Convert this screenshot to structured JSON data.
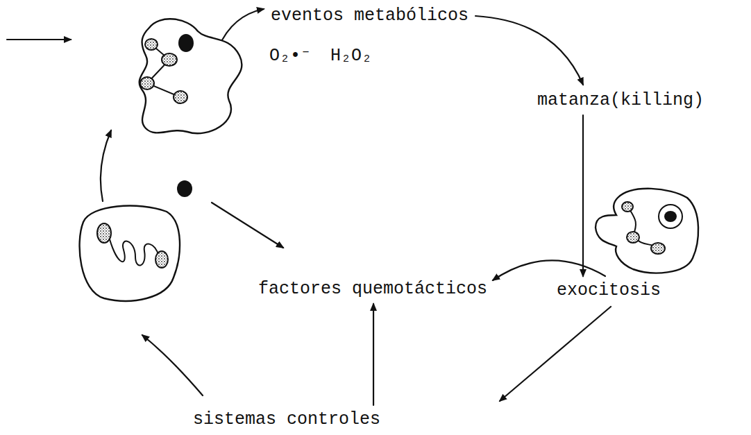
{
  "diagram": {
    "nodes": [
      {
        "text": [
          "eventos metabólicos"
        ]
      },
      {
        "text": [
          "matanza(killing)"
        ]
      },
      {
        "text": [
          "factores quemotácticos"
        ]
      },
      {
        "text": [
          "exocitosis"
        ]
      },
      {
        "text": [
          "sistemas controles"
        ]
      }
    ],
    "edges": [
      {
        "from": 0,
        "to": 1,
        "arrow": "to"
      },
      {
        "from": 1,
        "to": 3,
        "arrow": "to"
      },
      {
        "from": 3,
        "to": 2,
        "arrow": "to"
      },
      {
        "from": 3,
        "to": 4,
        "arrow": "to"
      },
      {
        "from": 4,
        "to": 2,
        "arrow": "to"
      }
    ],
    "labels": [
      "O₂•⁻",
      "H₂O₂"
    ]
  }
}
